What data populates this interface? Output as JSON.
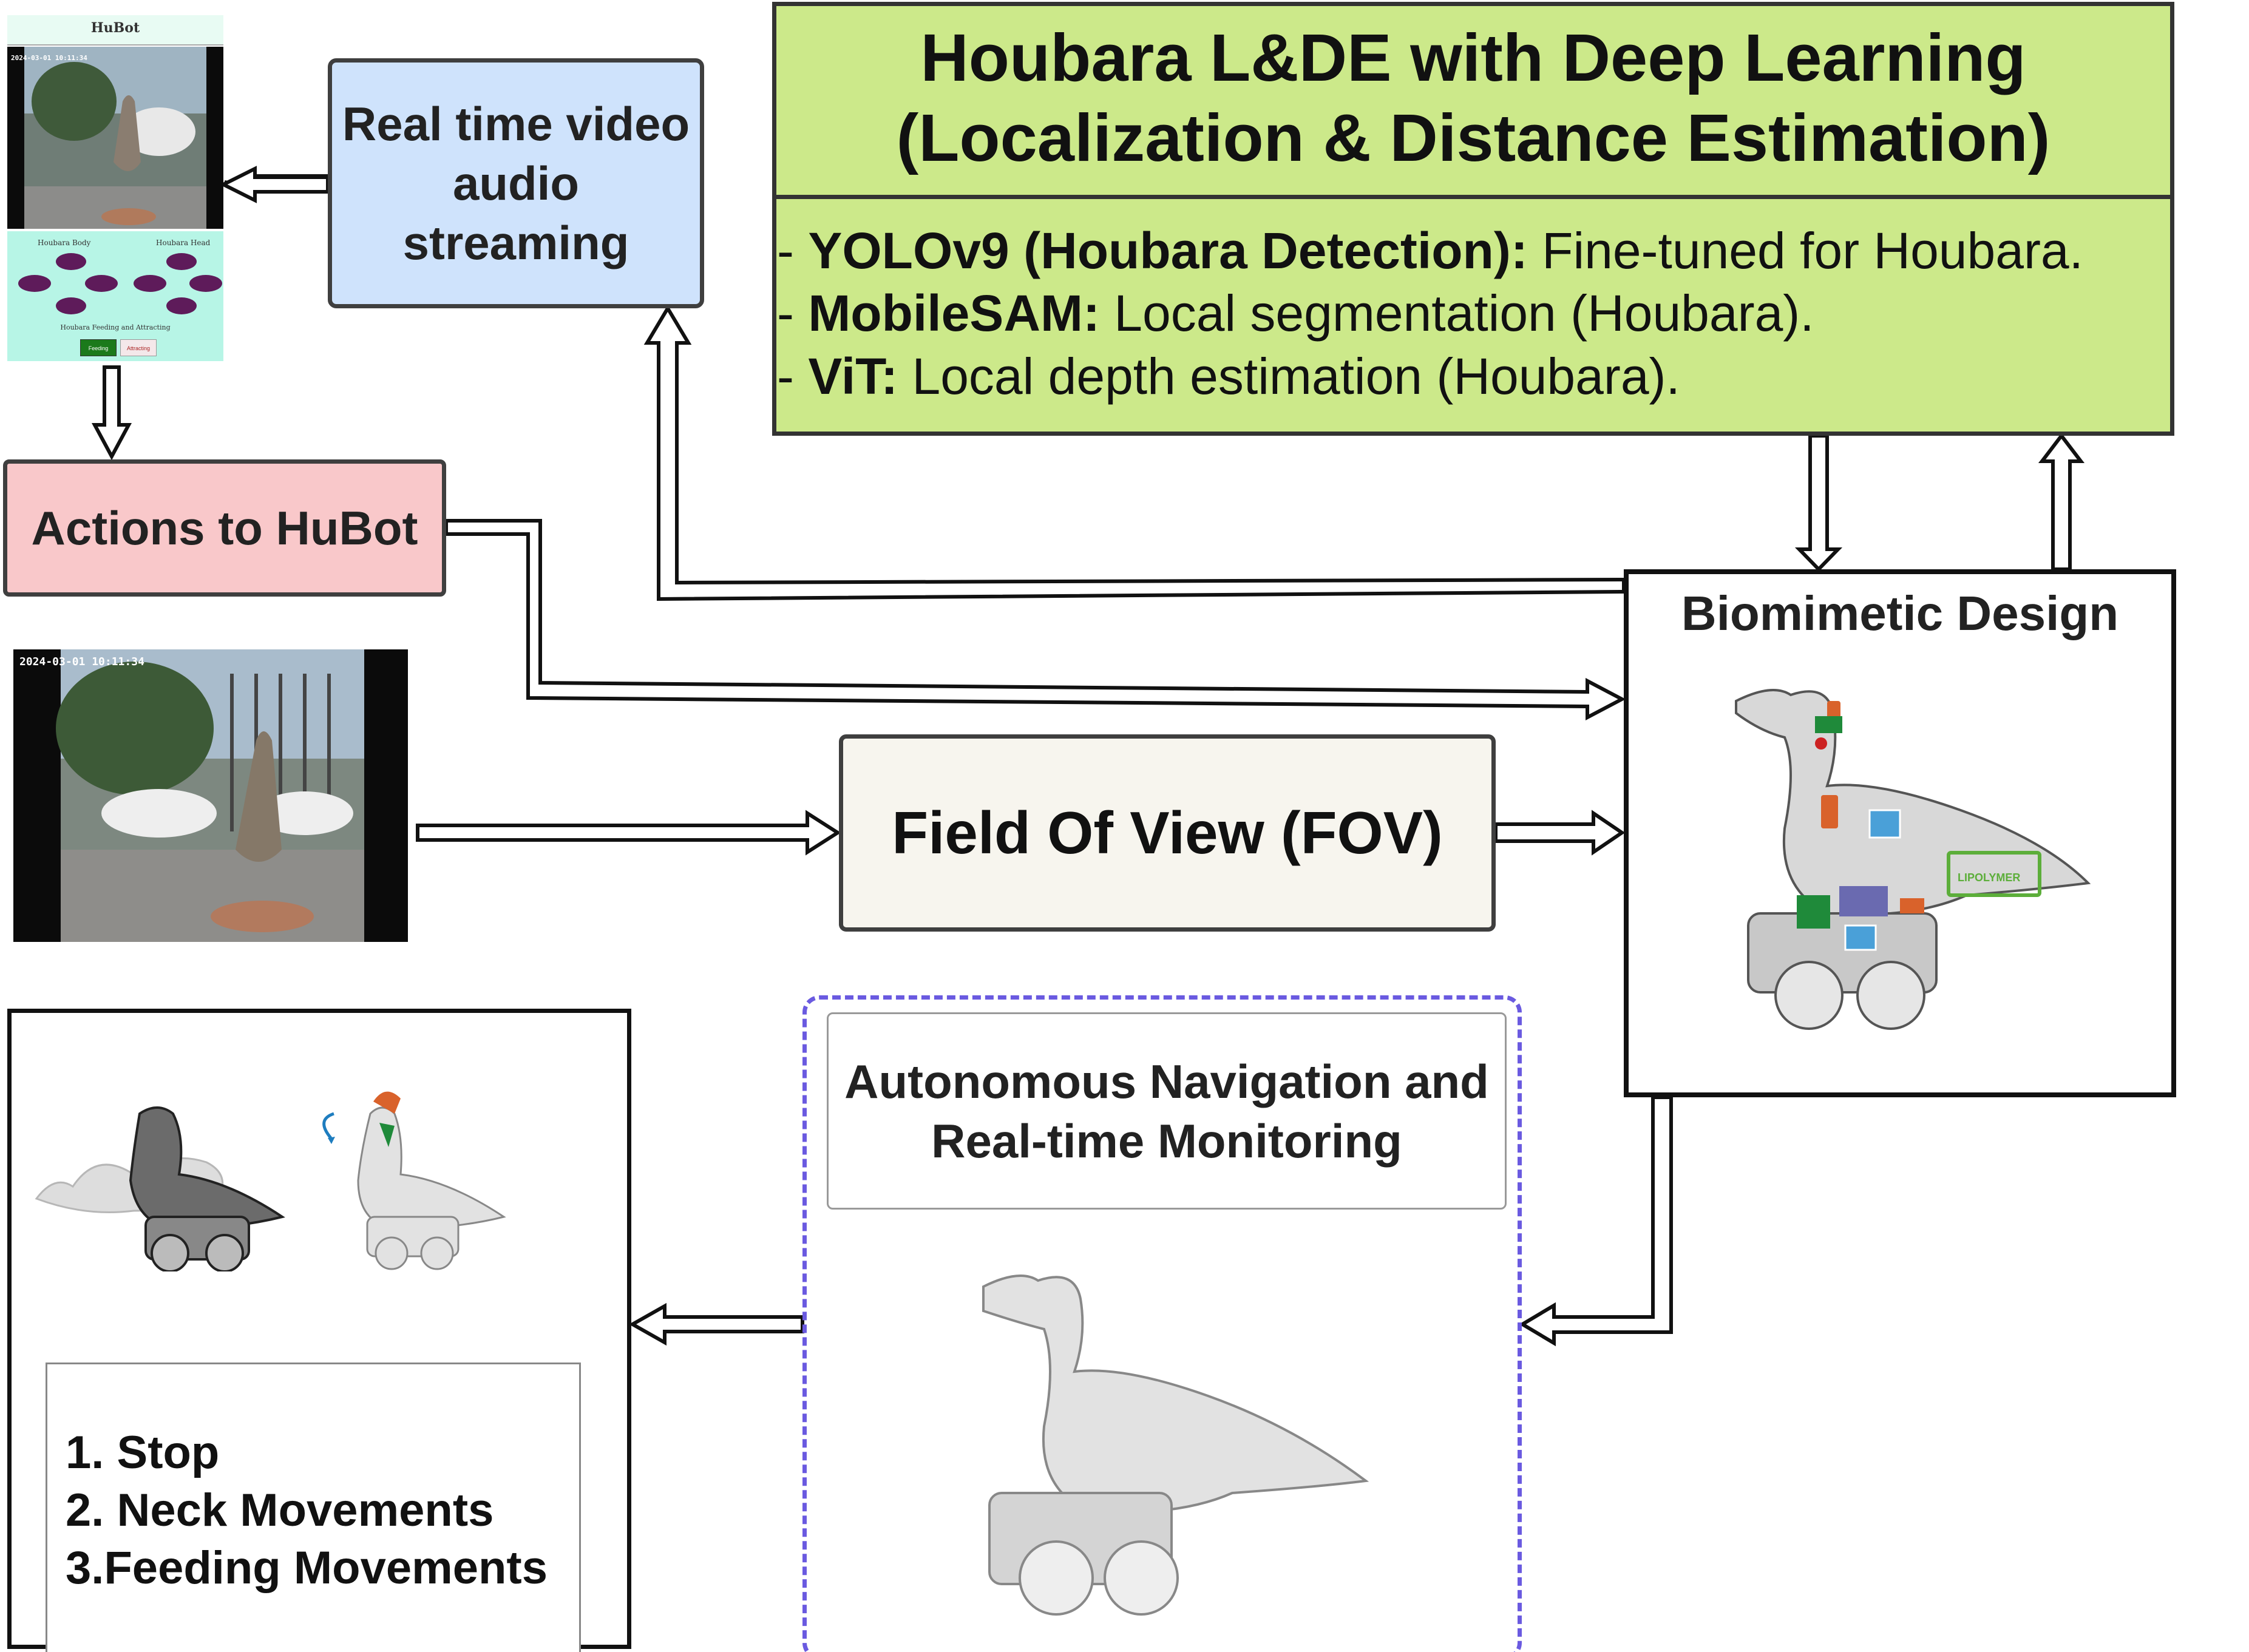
{
  "title_box": {
    "line1": "Houbara L&DE with Deep Learning",
    "line2": "(Localization & Distance Estimation)",
    "items": [
      {
        "bold": "YOLOv9 (Houbara Detection):",
        "text": " Fine-tuned for Houbara."
      },
      {
        "bold": "MobileSAM:",
        "text": " Local segmentation (Houbara)."
      },
      {
        "bold": "ViT:",
        "text": " Local depth estimation (Houbara)."
      }
    ]
  },
  "streaming": {
    "line1": "Real time video",
    "line2": "audio",
    "line3": "streaming"
  },
  "actions": {
    "label": "Actions to HuBot"
  },
  "fov": {
    "label": "Field Of View (FOV)"
  },
  "biomimetic": {
    "title": "Biomimetic Design",
    "battery_label": "LIPOLYMER"
  },
  "autonomous": {
    "line1": "Autonomous Navigation and",
    "line2": "Real-time Monitoring"
  },
  "movements": {
    "items": [
      "1. Stop",
      "2. Neck Movements",
      "3.Feeding Movements"
    ]
  },
  "app_screenshot": {
    "title": "HuBot",
    "timestamp": "2024-03-01 10:11:34",
    "section_body": "Houbara Body",
    "section_head": "Houbara Head",
    "section_feeding": "Houbara Feeding and Attracting",
    "btn_feeding": "Feeding",
    "btn_attracting": "Attracting"
  },
  "fov_photo": {
    "timestamp": "2024-03-01 10:11:34"
  },
  "colors": {
    "title_green": "#cce98a",
    "streaming_blue": "#cfe3fc",
    "actions_pink": "#f9c8ca",
    "fov_cream": "#f7f5ee",
    "dashed_purple": "#6a5ae0",
    "app_bg": "#b7f5e6",
    "app_button": "#5e1b5a"
  }
}
